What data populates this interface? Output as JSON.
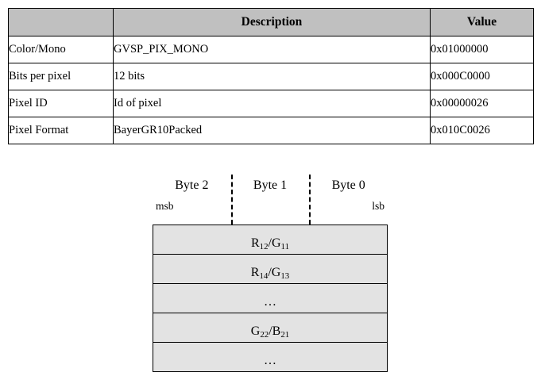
{
  "properties_table": {
    "headers": [
      "",
      "Description",
      "Value"
    ],
    "rows": [
      {
        "name": "Color/Mono",
        "description": "GVSP_PIX_MONO",
        "value": "0x01000000"
      },
      {
        "name": "Bits per pixel",
        "description": "12 bits",
        "value": "0x000C0000"
      },
      {
        "name": "Pixel ID",
        "description": "Id of pixel",
        "value": "0x00000026"
      },
      {
        "name": "Pixel Format",
        "description": "BayerGR10Packed",
        "value": "0x010C0026"
      }
    ]
  },
  "byte_diagram": {
    "byte_labels": [
      "Byte 2",
      "Byte 1",
      "Byte 0"
    ],
    "bit_ends": {
      "left": "msb",
      "middle": "",
      "right": "lsb"
    },
    "rows": [
      {
        "base": "R",
        "sub": "12",
        "base2": "G",
        "sub2": "11",
        "plain": ""
      },
      {
        "base": "R",
        "sub": "14",
        "base2": "G",
        "sub2": "13",
        "plain": ""
      },
      {
        "base": "",
        "sub": "",
        "base2": "",
        "sub2": "",
        "plain": "…"
      },
      {
        "base": "G",
        "sub": "22",
        "base2": "B",
        "sub2": "21",
        "plain": ""
      },
      {
        "base": "",
        "sub": "",
        "base2": "",
        "sub2": "",
        "plain": "…"
      }
    ]
  },
  "colors": {
    "header_fill": "#c0c0c0",
    "cell_fill": "#e3e3e3",
    "border": "#000000",
    "background": "#ffffff"
  }
}
